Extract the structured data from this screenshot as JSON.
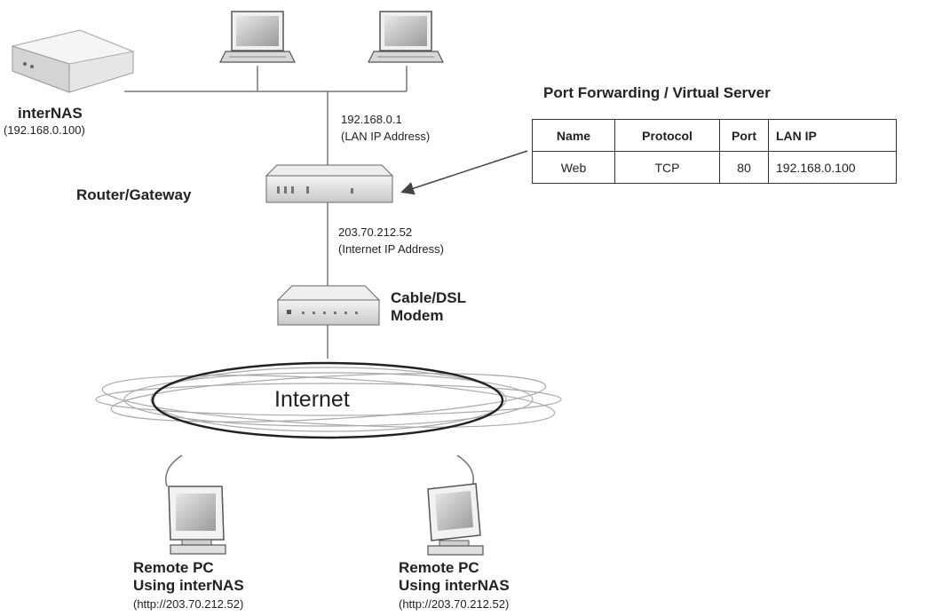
{
  "nas": {
    "name": "interNAS",
    "ip": "(192.168.0.100)"
  },
  "router": {
    "label": "Router/Gateway",
    "lan_ip": "192.168.0.1",
    "lan_ip_caption": "(LAN IP Address)",
    "internet_ip": "203.70.212.52",
    "internet_ip_caption": "(Internet IP Address)"
  },
  "modem": {
    "line1": "Cable/DSL",
    "line2": "Modem"
  },
  "internet": {
    "label": "Internet"
  },
  "port_forwarding": {
    "title": "Port Forwarding / Virtual Server",
    "headers": [
      "Name",
      "Protocol",
      "Port",
      "LAN IP"
    ],
    "rows": [
      [
        "Web",
        "TCP",
        "80",
        "192.168.0.100"
      ]
    ]
  },
  "remote_pcs": [
    {
      "line1": "Remote PC",
      "line2": "Using interNAS",
      "url": "(http://203.70.212.52)"
    },
    {
      "line1": "Remote PC",
      "line2": "Using interNAS",
      "url": "(http://203.70.212.52)"
    }
  ]
}
